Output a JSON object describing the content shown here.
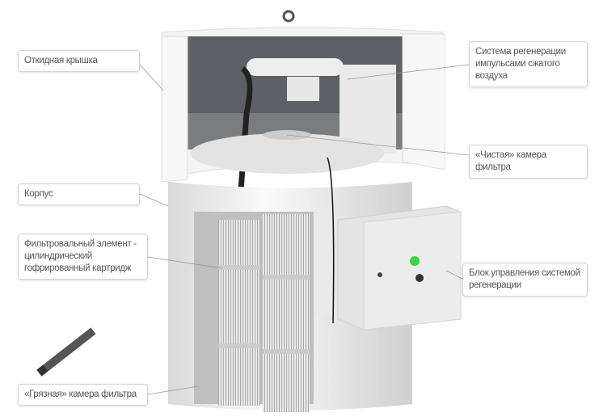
{
  "labels": {
    "lid": "Откидная крышка",
    "pulse_system": "Система регенерации импульсами сжатого воздуха",
    "clean_chamber": "«Чистая» камера фильтра",
    "housing": "Корпус",
    "filter_element": "Фильтровальный элемент - цилиндрический гофрированный картридж",
    "control_unit": "Блок управления системой регенерации",
    "dirty_chamber": "«Грязная» камера фильтра"
  },
  "colors": {
    "indicator_light": "#3bd34a",
    "housing": "#f2f2f2"
  }
}
